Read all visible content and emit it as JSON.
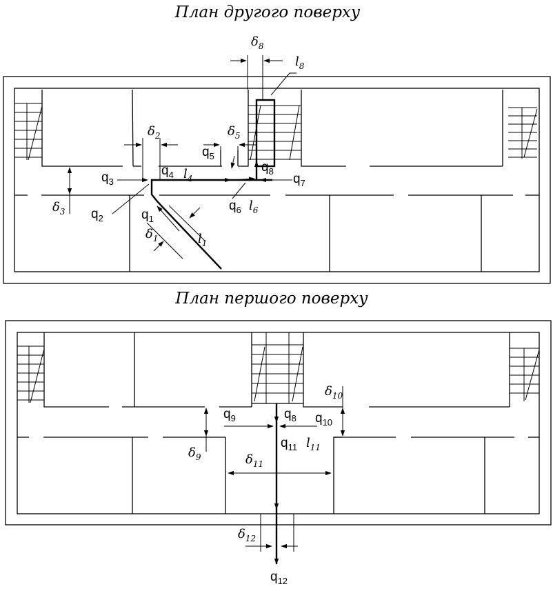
{
  "titles": {
    "upper": "План другого поверху",
    "lower": "План першого поверху"
  },
  "labels": {
    "q": "q",
    "delta": "δ",
    "l": "l"
  },
  "subscripts": {
    "n1": "1",
    "n2": "2",
    "n3": "3",
    "n4": "4",
    "n5": "5",
    "n6": "6",
    "n7": "7",
    "n8": "8",
    "n9": "9",
    "n10": "10",
    "n11": "11",
    "n12": "12"
  }
}
